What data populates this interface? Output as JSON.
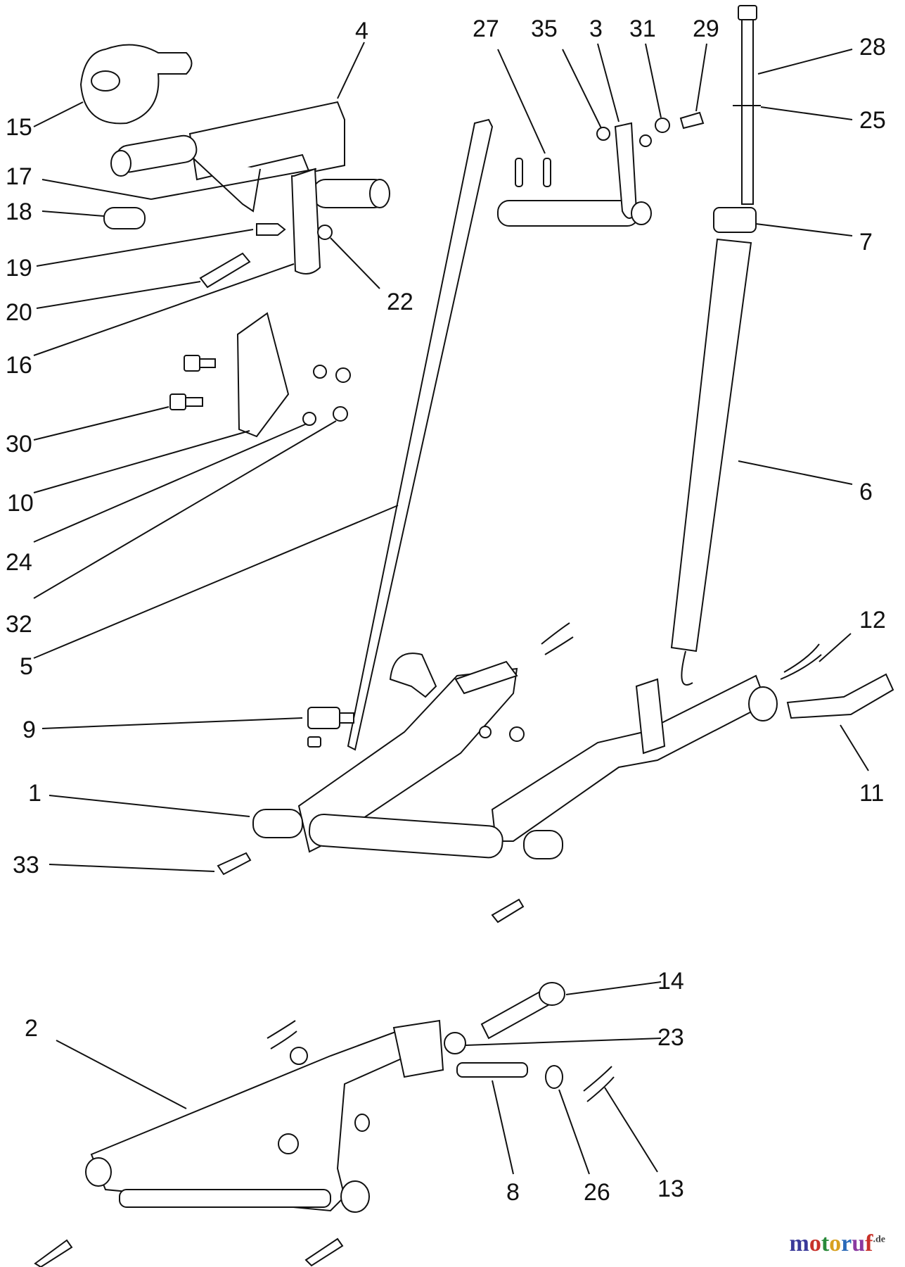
{
  "diagram": {
    "callouts": [
      "1",
      "2",
      "3",
      "4",
      "5",
      "6",
      "7",
      "8",
      "9",
      "10",
      "11",
      "12",
      "13",
      "14",
      "15",
      "16",
      "17",
      "18",
      "19",
      "20",
      "22",
      "23",
      "24",
      "25",
      "26",
      "27",
      "28",
      "29",
      "30",
      "31",
      "32",
      "33",
      "35"
    ]
  },
  "watermark": {
    "name": "motoruf",
    "suffix": ".de",
    "colors": [
      "#3a3a9a",
      "#c8322a",
      "#2a8a3a",
      "#d8a020",
      "#2a6ab8",
      "#8a3aa0",
      "#c8322a"
    ]
  }
}
